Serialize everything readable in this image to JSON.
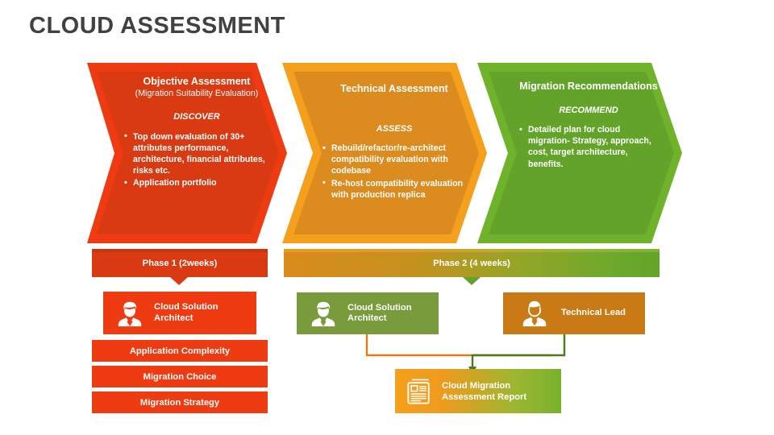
{
  "title": "CLOUD ASSESSMENT",
  "colors": {
    "title": "#414141",
    "red_outer": "#EE3B12",
    "red_inner": "#D93A12",
    "orange_outer": "#F5A01C",
    "orange_inner": "#DC8B1E",
    "green_outer": "#6FB32B",
    "green_inner": "#63A329",
    "phase1_bar": "#D93A12",
    "role_red": "#EE3B12",
    "role_green": "#799B3C",
    "role_orange": "#C97A14",
    "connector_orange": "#E07B1B",
    "connector_green": "#4C7A22"
  },
  "chevrons": [
    {
      "heading": "Objective Assessment",
      "subheading": "(Migration Suitability Evaluation)",
      "verb": "DISCOVER",
      "bullets": [
        "Top down evaluation of 30+ attributes performance, architecture, financial attributes, risks etc.",
        "Application portfolio"
      ]
    },
    {
      "heading": "Technical Assessment",
      "subheading": "",
      "verb": "ASSESS",
      "bullets": [
        "Rebuild/refactor/re-architect compatibility evaluation with codebase",
        "Re-host compatibility evaluation with production replica"
      ]
    },
    {
      "heading": "Migration Recommendations",
      "subheading": "",
      "verb": "RECOMMEND",
      "bullets": [
        "Detailed plan for cloud migration- Strategy, approach, cost, target architecture, benefits."
      ]
    }
  ],
  "phases": [
    {
      "label": "Phase 1 (2weeks)"
    },
    {
      "label": "Phase 2 (4 weeks)"
    }
  ],
  "roles": [
    {
      "label": "Cloud Solution\nArchitect",
      "icon": "person-architect-icon"
    },
    {
      "label": "Cloud Solution\nArchitect",
      "icon": "person-architect-icon"
    },
    {
      "label": "Technical Lead",
      "icon": "person-lead-icon"
    }
  ],
  "phase1_items": [
    "Application Complexity",
    "Migration Choice",
    "Migration Strategy"
  ],
  "report": {
    "label": "Cloud Migration\nAssessment Report",
    "icon": "report-document-icon"
  }
}
